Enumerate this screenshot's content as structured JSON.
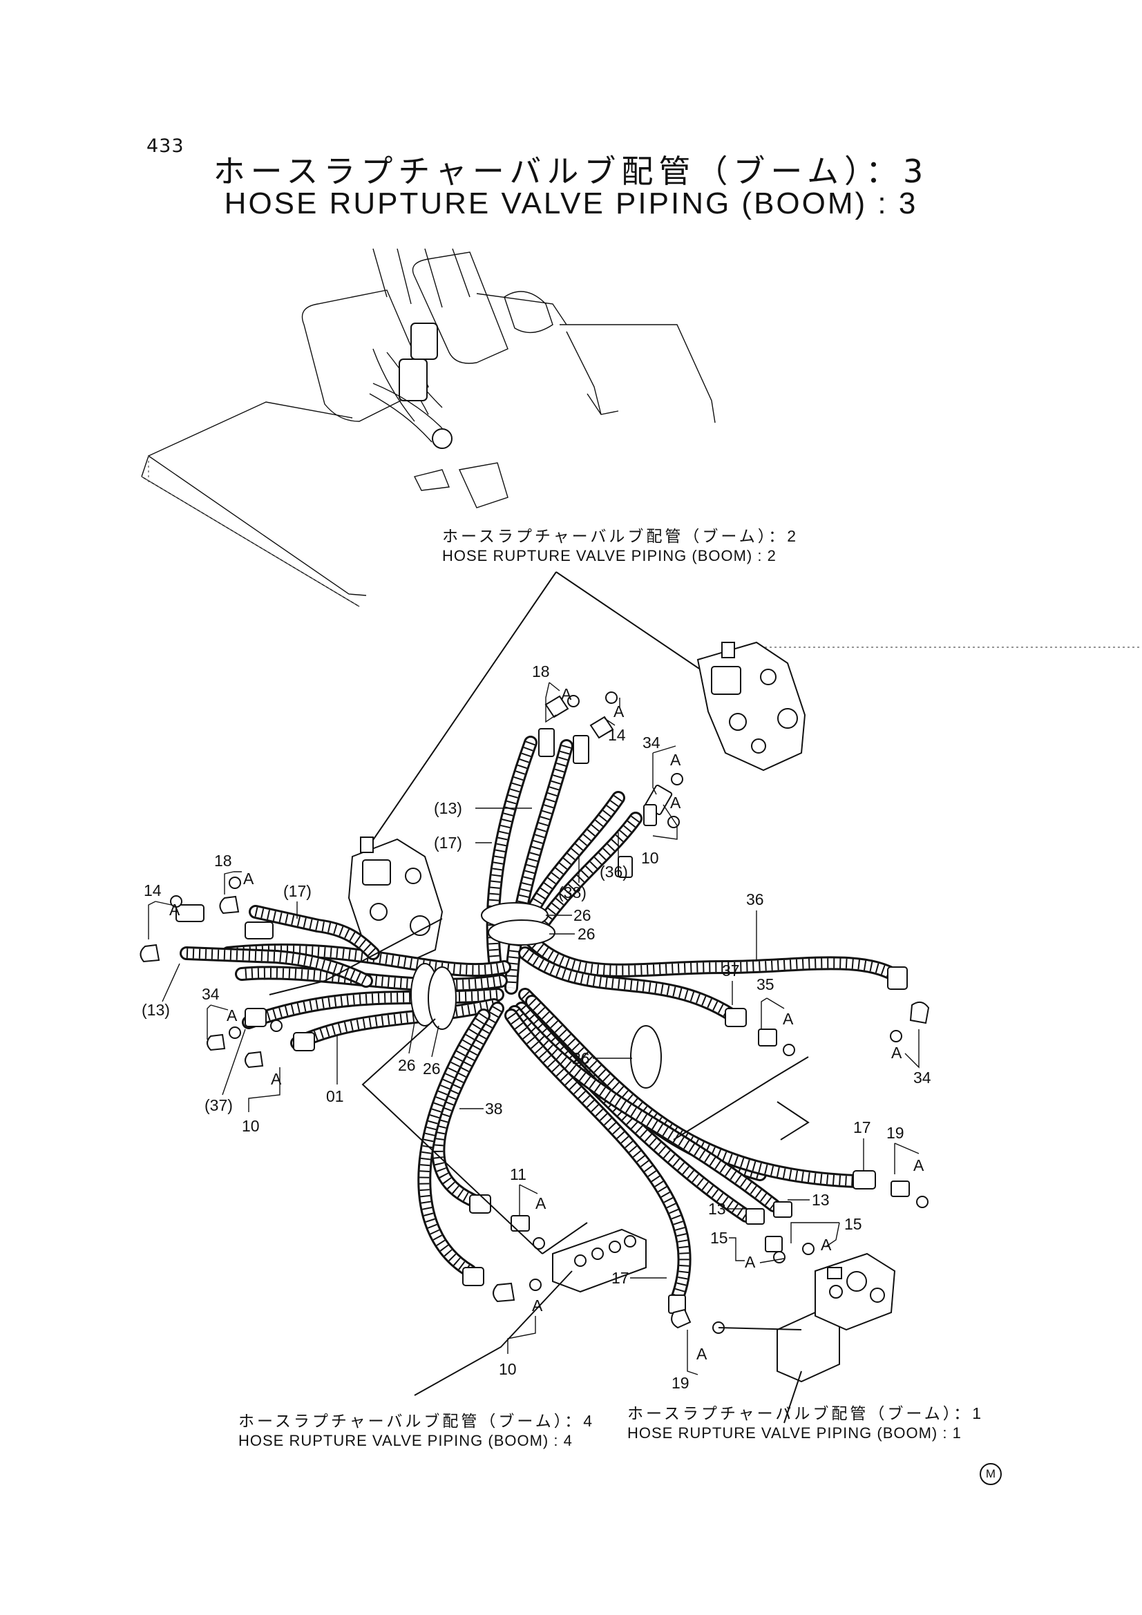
{
  "page_number": "433",
  "title_jp": "ホースラプチャーバルブ配管（ブーム）：3",
  "title_en": "HOSE RUPTURE VALVE PIPING (BOOM) : 3",
  "captions": {
    "ref2_jp": "ホースラプチャーバルブ配管（ブーム）：2",
    "ref2_en": "HOSE RUPTURE VALVE PIPING (BOOM) : 2",
    "ref4_jp": "ホースラプチャーバルブ配管（ブーム）：4",
    "ref4_en": "HOSE RUPTURE VALVE PIPING (BOOM) : 4",
    "ref1_jp": "ホースラプチャーバルブ配管（ブーム）：1",
    "ref1_en": "HOSE RUPTURE VALVE PIPING (BOOM) : 1"
  },
  "callouts": {
    "c18_top": "18",
    "cA_18_top": "A",
    "c14_top": "14",
    "cA_14_top": "A",
    "c34_top": "34",
    "cA_34_top": "A",
    "cA_10_top": "A",
    "c10_top": "10",
    "c13_top": "(13)",
    "c17_top": "(17)",
    "c36_top": "(36)",
    "c38_top": "(38)",
    "c26_a": "26",
    "c26_b": "26",
    "c18_left": "18",
    "cA_18_left": "A",
    "c14_left": "14",
    "cA_14_left": "A",
    "c17_left": "(17)",
    "c13_left": "(13)",
    "c34_left": "34",
    "cA_34_left": "A",
    "cA_10_left": "A",
    "c37_left": "(37)",
    "c10_left": "10",
    "c26_c": "26",
    "c26_d": "26",
    "c01": "01",
    "c36_right": "36",
    "c37_right": "37",
    "c35": "35",
    "cA_35": "A",
    "cA_34_right": "A",
    "c34_right": "34",
    "c26_e": "26",
    "c38_mid": "38",
    "c17_right": "17",
    "c19_right": "19",
    "cA_19_right": "A",
    "c13_r1": "13",
    "c13_r2": "13",
    "c15_a": "15",
    "cA_15_a": "A",
    "c15_b": "15",
    "cA_15_b": "A",
    "c11": "11",
    "cA_11": "A",
    "cA_10_bot": "A",
    "c10_bot": "10",
    "c17_bot": "17",
    "cA_19_bot": "A",
    "c19_bot": "19"
  },
  "mark": "M"
}
